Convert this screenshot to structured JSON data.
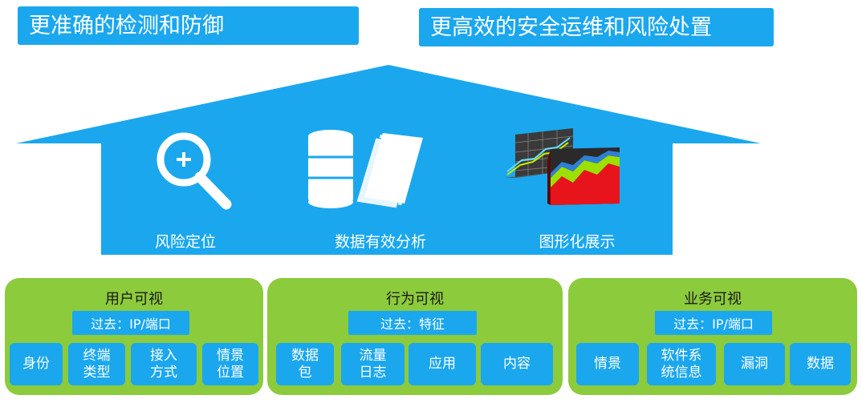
{
  "banners": {
    "left": "更准确的检测和防御",
    "right": "更高效的安全运维和风险处置"
  },
  "house": {
    "features": [
      {
        "label": "风险定位",
        "icon": "magnifier-plus-icon"
      },
      {
        "label": "数据有效分析",
        "icon": "database-documents-icon"
      },
      {
        "label": "图形化展示",
        "icon": "3d-chart-icon"
      }
    ]
  },
  "panels": {
    "user": {
      "title": "用户可视",
      "subtitle": "过去：IP/端口",
      "cells": [
        "身份",
        "终端\n类型",
        "接入\n方式",
        "情景\n位置"
      ]
    },
    "behavior": {
      "title": "行为可视",
      "subtitle": "过去：特征",
      "cells": [
        "数据\n包",
        "流量\n日志",
        "应用",
        "内容"
      ]
    },
    "business": {
      "title": "业务可视",
      "subtitle": "过去：IP/端口",
      "cells": [
        "情景",
        "软件系\n统信息",
        "漏洞",
        "数据"
      ]
    }
  },
  "colors": {
    "blue": "#1ba7ee",
    "green": "#8ccb3c",
    "white": "#ffffff"
  }
}
